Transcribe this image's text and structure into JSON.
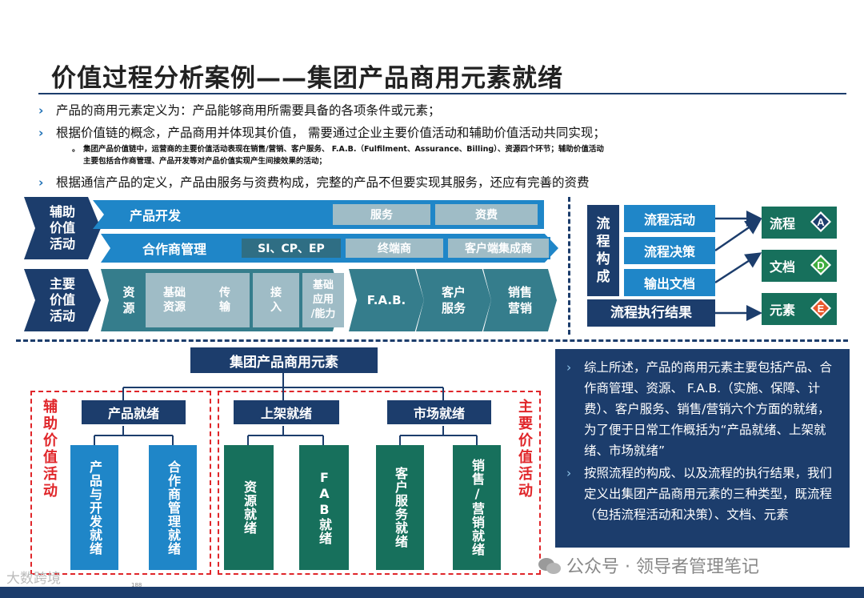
{
  "title": "价值过程分析案例——集团产品商用元素就绪",
  "bullet_marker": "›",
  "bullets": [
    "产品的商用元素定义为：产品能够商用所需要具备的各项条件或元素；",
    "根据价值链的概念，产品商用并体现其价值，  需要通过企业主要价值活动和辅助价值活动共同实现；",
    "根据通信产品的定义，产品由服务与资费构成，完整的产品不但要实现其服务，还应有完善的资费"
  ],
  "sub_marker": "。",
  "sub_lines": [
    "集团产品价值链中，运营商的主要价值活动表现在销售/营销、客户服务、  F.A.B.（Fulfilment、Assurance、Billing）、资源四个环节；辅助价值活动",
    "主要包括合作商管理、产品开发等对产品价值实现产生间接效果的活动；"
  ],
  "value_chain": {
    "aux_label": "辅助\n价值\n活动",
    "main_label": "主要\n价值\n活动",
    "row1": {
      "bar": "产品开发",
      "cells": [
        "服务",
        "资费"
      ]
    },
    "row2": {
      "bar": "合作商管理",
      "cells": [
        "SI、CP、EP",
        "终端商",
        "客户端集成商"
      ]
    },
    "row3": {
      "resource": "资\n源",
      "inner": [
        "基础\n资源",
        "传\n输",
        "接\n入",
        "基础\n应用\n/能力"
      ],
      "tiles": [
        "F.A.B.",
        "客户\n服务",
        "销售\n营销"
      ]
    }
  },
  "process": {
    "vertical_label": "流\n程\n构\n成",
    "items": [
      "流程活动",
      "流程决策",
      "输出文档"
    ],
    "result": "流程执行结果",
    "outputs": [
      {
        "label": "流程",
        "letter": "A",
        "color": "#1c3d6c"
      },
      {
        "label": "文档",
        "letter": "D",
        "color": "#3fae3f"
      },
      {
        "label": "元素",
        "letter": "E",
        "color": "#e8572a"
      }
    ]
  },
  "tree": {
    "root": "集团产品商用元素",
    "groups": [
      {
        "label": "产品就绪",
        "children": [
          "产品与开发就绪",
          "合作商管理就绪"
        ]
      },
      {
        "label": "上架就绪",
        "children": [
          "资源就绪",
          "FAB就绪"
        ]
      },
      {
        "label": "市场就绪",
        "children": [
          "客户服务就绪",
          "销售/营销就绪"
        ]
      }
    ],
    "left_label": "辅助价值活动",
    "right_label": "主要价值活动"
  },
  "summary": [
    "综上所述，产品的商用元素主要包括产品、合作商管理、资源、 F.A.B.（实施、保障、计费）、客户服务、销售/营销六个方面的就绪，为了便于日常工作概括为“产品就绪、上架就绪、市场就绪”",
    "按照流程的构成、以及流程的执行结果，我们定义出集团产品商用元素的三种类型，既流程（包括流程活动和决策）、文档、元素"
  ],
  "watermark": "公众号 · 领导者管理笔记",
  "logo_watermark": "大数跨境",
  "page_number": "188"
}
